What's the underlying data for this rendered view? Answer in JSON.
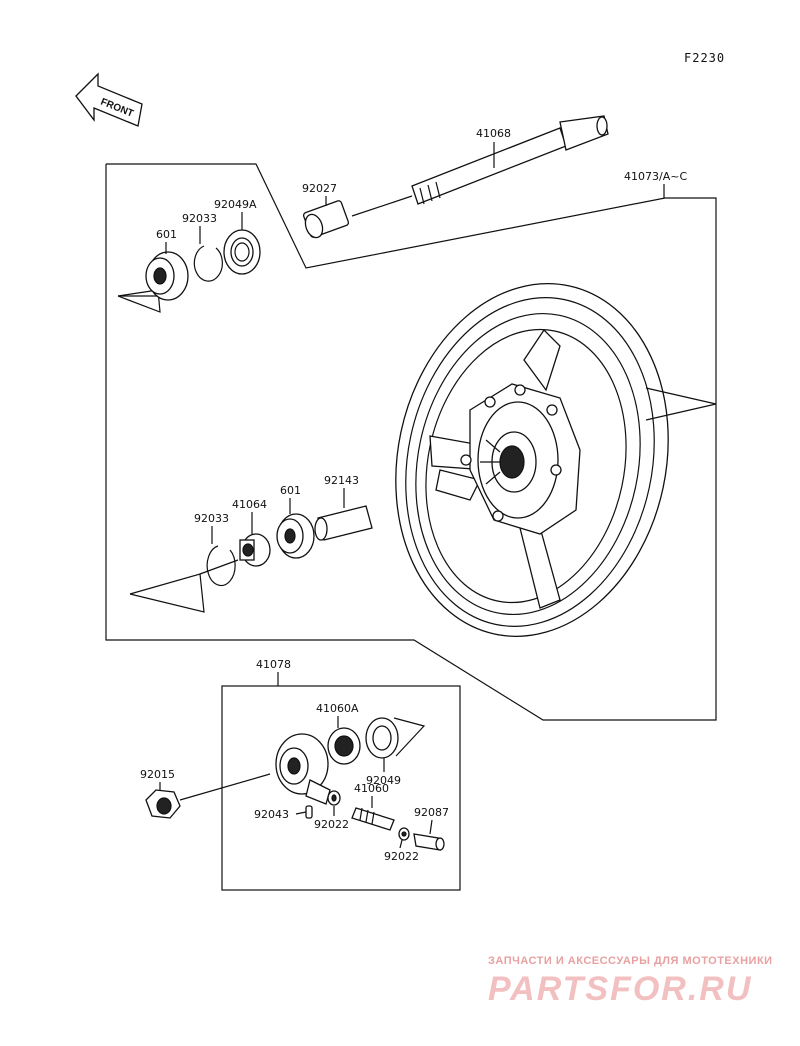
{
  "diagram_code": "F2230",
  "front_label": "FRONT",
  "parts": {
    "p41068": "41068",
    "p41073": "41073/A~C",
    "p92027": "92027",
    "p92049A": "92049A",
    "p92033_top": "92033",
    "p601_top": "601",
    "p92143": "92143",
    "p601_mid": "601",
    "p41064": "41064",
    "p92033_mid": "92033",
    "p41078": "41078",
    "p41060A": "41060A",
    "p92049": "92049",
    "p92015": "92015",
    "p41060": "41060",
    "p92087": "92087",
    "p92043": "92043",
    "p92022_a": "92022",
    "p92022_b": "92022"
  },
  "watermark": {
    "tagline": "ЗАПЧАСТИ И АКСЕССУАРЫ ДЛЯ МОТОТЕХНИКИ",
    "brand": "PARTSFOR.RU"
  }
}
